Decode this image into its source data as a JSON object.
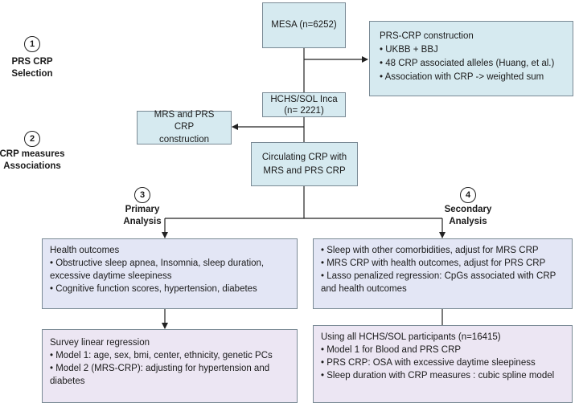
{
  "steps": [
    {
      "number": "1",
      "label_line1": "PRS CRP",
      "label_line2": "Selection"
    },
    {
      "number": "2",
      "label_line1": "CRP measures",
      "label_line2": "Associations"
    },
    {
      "number": "3",
      "label_line1": "Primary",
      "label_line2": "Analysis"
    },
    {
      "number": "4",
      "label_line1": "Secondary",
      "label_line2": "Analysis"
    }
  ],
  "boxes": {
    "mesa": "MESA (n=6252)",
    "prs_construction": {
      "title": "PRS-CRP construction",
      "items": [
        "• UKBB + BBJ",
        "• 48 CRP associated alleles (Huang, et al.)",
        "• Association with CRP -> weighted sum"
      ]
    },
    "hchs": {
      "line1": "HCHS/SOL Inca",
      "line2": "(n= 2221)"
    },
    "mrs_prs": {
      "line1": "MRS and PRS CRP",
      "line2": "construction"
    },
    "circulating": {
      "line1": "Circulating CRP with",
      "line2": "MRS and PRS CRP"
    },
    "health_outcomes": {
      "title": "Health outcomes",
      "items": [
        "• Obstructive sleep apnea, Insomnia, sleep duration, excessive daytime sleepiness",
        "• Cognitive function scores, hypertension, diabetes"
      ]
    },
    "secondary": {
      "items": [
        "• Sleep with other comorbidities, adjust for MRS CRP",
        "• MRS CRP with health outcomes, adjust for PRS CRP",
        "• Lasso  penalized regression: CpGs associated with CRP and health outcomes"
      ]
    },
    "survey": {
      "title": "Survey linear regression",
      "items": [
        "• Model 1: age, sex, bmi, center, ethnicity, genetic PCs",
        "• Model 2 (MRS-CRP): adjusting for hypertension and diabetes"
      ]
    },
    "all_participants": {
      "title": "Using all HCHS/SOL participants (n=16415)",
      "items": [
        "• Model 1 for Blood and PRS CRP",
        "• PRS CRP: OSA with excessive daytime sleepiness",
        "• Sleep duration with CRP measures : cubic spline model"
      ]
    }
  }
}
